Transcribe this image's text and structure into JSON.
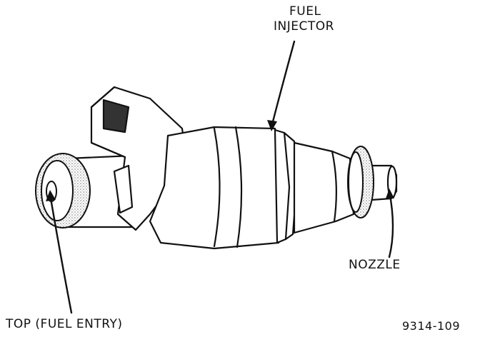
{
  "labels": {
    "fuel_injector_line1": "FUEL",
    "fuel_injector_line2": "INJECTOR",
    "nozzle": "NOZZLE",
    "top_fuel_entry": "TOP (FUEL ENTRY)",
    "figure_number": "9314-109"
  },
  "colors": {
    "ink": "#111111",
    "background": "#ffffff",
    "o_ring_stipple": "#9a9a9a"
  }
}
